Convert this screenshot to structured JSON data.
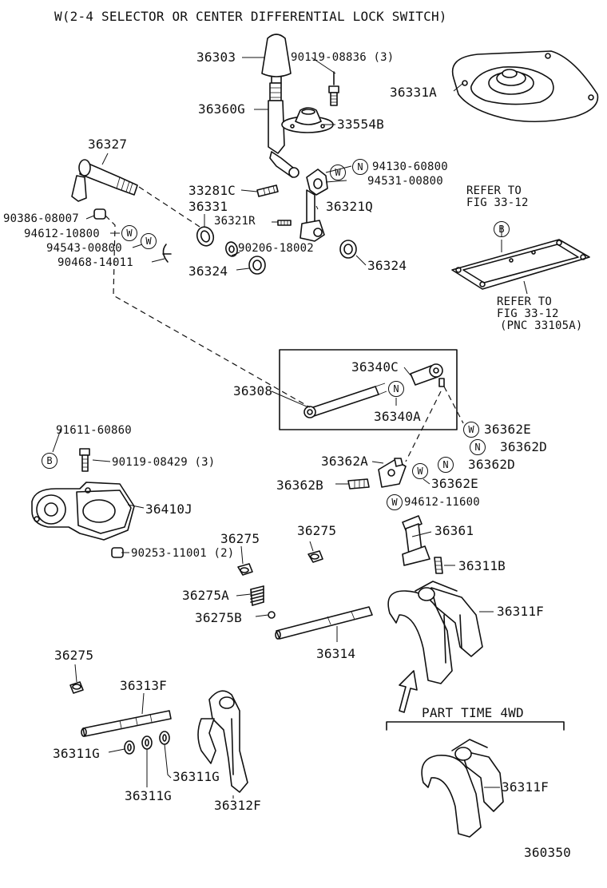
{
  "title": "W(2-4 SELECTOR OR CENTER DIFFERENTIAL LOCK SWITCH)",
  "figure_number": "360350",
  "symbols": {
    "N": "N",
    "W": "W",
    "B": "B"
  },
  "parts": {
    "p36303": "36303",
    "p90119_08836": "90119-08836 (3)",
    "p36331A": "36331A",
    "p36360G": "36360G",
    "p33554B": "33554B",
    "p36327": "36327",
    "p94130_60800": "94130-60800",
    "p94531_00800": "94531-00800",
    "p33281C": "33281C",
    "p36331": "36331",
    "p36321R": "36321R",
    "p36321Q": "36321Q",
    "p90386_08007": "90386-08007",
    "p94612_10800": "94612-10800",
    "p94543_00800": "94543-00800",
    "p90468_14011": "90468-14011",
    "p90206_18002": "90206-18002",
    "p36324_left": "36324",
    "p36324_right": "36324",
    "p36340C": "36340C",
    "p36308": "36308",
    "p36340A": "36340A",
    "p36362E_top": "36362E",
    "p36362D_top": "36362D",
    "p36362A": "36362A",
    "p36362D_mid": "36362D",
    "p36362B": "36362B",
    "p36362E_mid": "36362E",
    "p94612_11600": "94612-11600",
    "p91611_60860": "91611-60860",
    "p90119_08429": "90119-08429 (3)",
    "p36410J": "36410J",
    "p36361": "36361",
    "p36275_a": "36275",
    "p36275_b": "36275",
    "p90253_11001": "90253-11001 (2)",
    "p36311B": "36311B",
    "p36275A": "36275A",
    "p36311F_top": "36311F",
    "p36275B": "36275B",
    "p36314": "36314",
    "p36275_c": "36275",
    "p36313F": "36313F",
    "p36311G_a": "36311G",
    "p36311G_b": "36311G",
    "p36311G_c": "36311G",
    "p36312F": "36312F",
    "p36311F_bottom": "36311F"
  },
  "refers": {
    "r1_line1": "REFER TO",
    "r1_line2": "FIG 33-12",
    "r2_line1": "REFER TO",
    "r2_line2": "FIG 33-12",
    "r2_line3": "(PNC 33105A)"
  },
  "part_time_label": "PART TIME 4WD"
}
